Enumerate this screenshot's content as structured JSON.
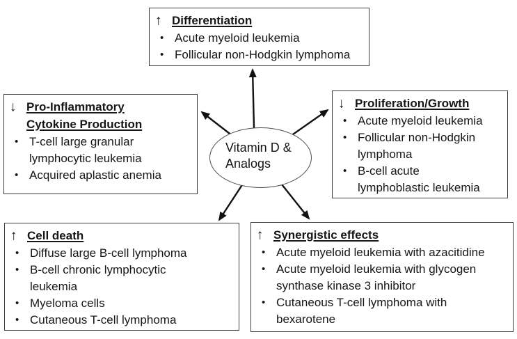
{
  "diagram": {
    "center": {
      "line1": "Vitamin D &",
      "line2": "Analogs"
    },
    "boxes": {
      "differentiation": {
        "direction_icon": "↑",
        "direction": "increase",
        "title": "Differentiation",
        "items": [
          "Acute myeloid leukemia",
          "Follicular non-Hodgkin lymphoma"
        ]
      },
      "cytokine_production": {
        "direction_icon": "↓",
        "direction": "decrease",
        "title": "Pro-Inflammatory Cytokine Production",
        "items": [
          "T-cell large granular lymphocytic leukemia",
          "Acquired aplastic anemia"
        ]
      },
      "proliferation_growth": {
        "direction_icon": "↓",
        "direction": "decrease",
        "title": "Proliferation/Growth",
        "items": [
          "Acute myeloid leukemia",
          "Follicular non-Hodgkin lymphoma",
          "B-cell acute lymphoblastic leukemia"
        ]
      },
      "cell_death": {
        "direction_icon": "↑",
        "direction": "increase",
        "title": "Cell death",
        "items": [
          "Diffuse large B-cell lymphoma",
          "B-cell chronic lymphocytic leukemia",
          "Myeloma cells",
          "Cutaneous T-cell lymphoma"
        ]
      },
      "synergistic_effects": {
        "direction_icon": "↑",
        "direction": "increase",
        "title": "Synergistic effects",
        "items": [
          "Acute myeloid leukemia with azacitidine",
          "Acute myeloid leukemia with glycogen synthase kinase 3 inhibitor",
          "Cutaneous T-cell lymphoma with bexarotene"
        ]
      }
    },
    "colors": {
      "background": "#ffffff",
      "box_border": "#3b3b3b",
      "text": "#161616",
      "connector": "#111111"
    }
  }
}
